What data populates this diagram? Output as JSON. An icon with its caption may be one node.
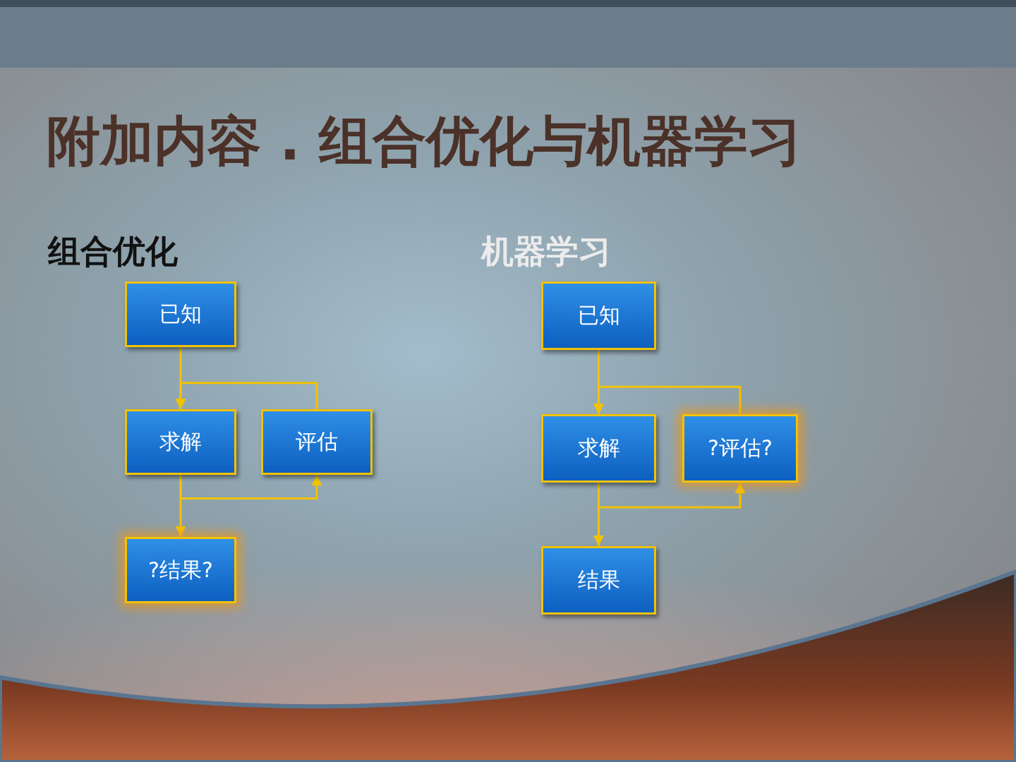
{
  "diagram": {
    "title": "附加内容 . 组合优化与机器学习",
    "nodes": [
      {
        "text": [
          "已知"
        ]
      },
      {
        "text": [
          "求解"
        ]
      },
      {
        "text": [
          "评估"
        ]
      },
      {
        "text": [
          "?结果?"
        ]
      },
      {
        "text": [
          "已知"
        ]
      },
      {
        "text": [
          "求解"
        ]
      },
      {
        "text": [
          "?评估?"
        ]
      },
      {
        "text": [
          "结果"
        ]
      }
    ],
    "edges": [
      {
        "from": 0,
        "to": 1,
        "arrow": "to"
      },
      {
        "from": 2,
        "to": 1,
        "arrow": "to"
      },
      {
        "from": 1,
        "to": 3,
        "arrow": "to"
      },
      {
        "from": 1,
        "to": 2,
        "arrow": "to"
      },
      {
        "from": 4,
        "to": 5,
        "arrow": "to"
      },
      {
        "from": 6,
        "to": 5,
        "arrow": "to"
      },
      {
        "from": 5,
        "to": 7,
        "arrow": "to"
      },
      {
        "from": 5,
        "to": 6,
        "arrow": "to"
      }
    ],
    "labels": [
      "组合优化",
      "机器学习"
    ]
  }
}
